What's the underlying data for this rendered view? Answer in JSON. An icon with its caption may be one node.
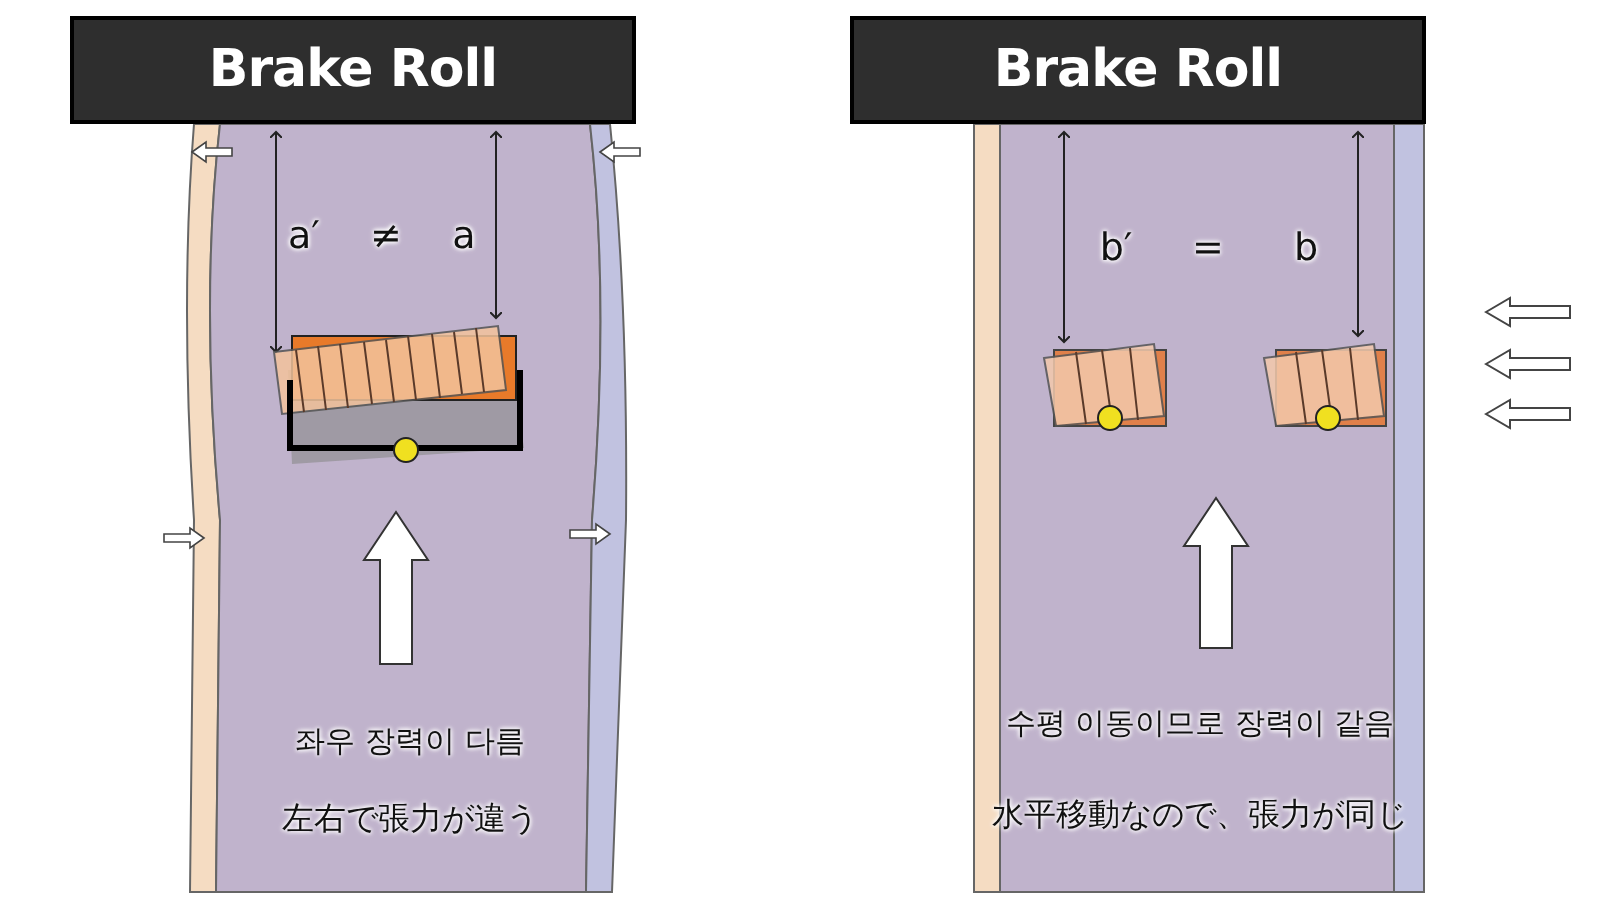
{
  "diagram": {
    "nodes": [
      {
        "text": [
          "Brake Roll"
        ]
      },
      {
        "text": [
          "Brake Roll"
        ]
      }
    ],
    "labels": [
      "a′",
      "≠",
      "a",
      "좌우 장력이 다름",
      "左右で張力が違う",
      "b′",
      "=",
      "b",
      "수평 이동이므로 장력이 같음",
      "水平移動なので、張力が同じ"
    ]
  }
}
